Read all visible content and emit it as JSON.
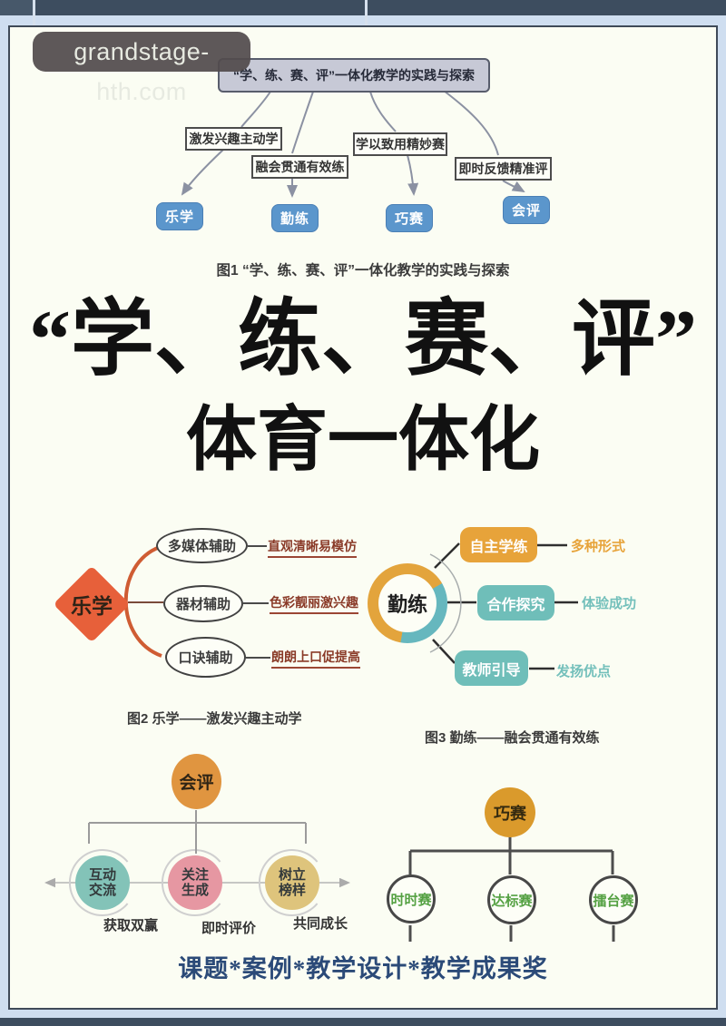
{
  "watermark": "grandstage-hth.com",
  "figure1": {
    "root": "“学、练、赛、评”一体化教学的实践与探索",
    "branches": [
      {
        "label": "激发兴趣主动学",
        "node": "乐学"
      },
      {
        "label": "融会贯通有效练",
        "node": "勤练"
      },
      {
        "label": "学以致用精妙赛",
        "node": "巧赛"
      },
      {
        "label": "即时反馈精准评",
        "node": "会评"
      }
    ],
    "caption": "图1 “学、练、赛、评”一体化教学的实践与探索"
  },
  "title": {
    "line1": "“学、练、赛、评”",
    "line2": "体育一体化"
  },
  "figure2": {
    "center": "乐学",
    "items": [
      {
        "node": "多媒体辅助",
        "label": "直观清晰易模仿"
      },
      {
        "node": "器材辅助",
        "label": "色彩靓丽激兴趣"
      },
      {
        "node": "口诀辅助",
        "label": "朗朗上口促提高"
      }
    ],
    "caption": "图2 乐学——激发兴趣主动学"
  },
  "figure3": {
    "center": "勤练",
    "items": [
      {
        "node": "自主学练",
        "label": "多种形式",
        "color": "#e7a33a"
      },
      {
        "node": "合作探究",
        "label": "体验成功",
        "color": "#6fbeb9"
      },
      {
        "node": "教师引导",
        "label": "发扬优点",
        "color": "#6fbeb9"
      }
    ],
    "caption": "图3 勤练——融会贯通有效练"
  },
  "figure4": {
    "root": "会评",
    "items": [
      {
        "node": "互动交流",
        "label": "获取双赢",
        "color": "#83c3b8"
      },
      {
        "node": "关注生成",
        "label": "即时评价",
        "color": "#e697a2"
      },
      {
        "node": "树立榜样",
        "label": "共同成长",
        "color": "#dec47c"
      }
    ]
  },
  "figure5": {
    "root": "巧赛",
    "items": [
      {
        "node": "时时赛"
      },
      {
        "node": "达标赛"
      },
      {
        "node": "擂台赛"
      }
    ]
  },
  "footer": "课题*案例*教学设计*教学成果奖",
  "colors": {
    "frame_bar": "#3d4d5f",
    "paper": "#fbfdf3",
    "accent_blue": "#5b96cc",
    "diamond_orange": "#e7603a",
    "node_orange": "#e7a33a",
    "node_teal": "#6fbeb9",
    "circle_teal": "#83c3b8",
    "circle_pink": "#e697a2",
    "circle_tan": "#dec47c",
    "root_orange": "#e09540",
    "green_text": "#55a143",
    "label_red": "#8a3a28",
    "footer_navy": "#2b4a78"
  }
}
